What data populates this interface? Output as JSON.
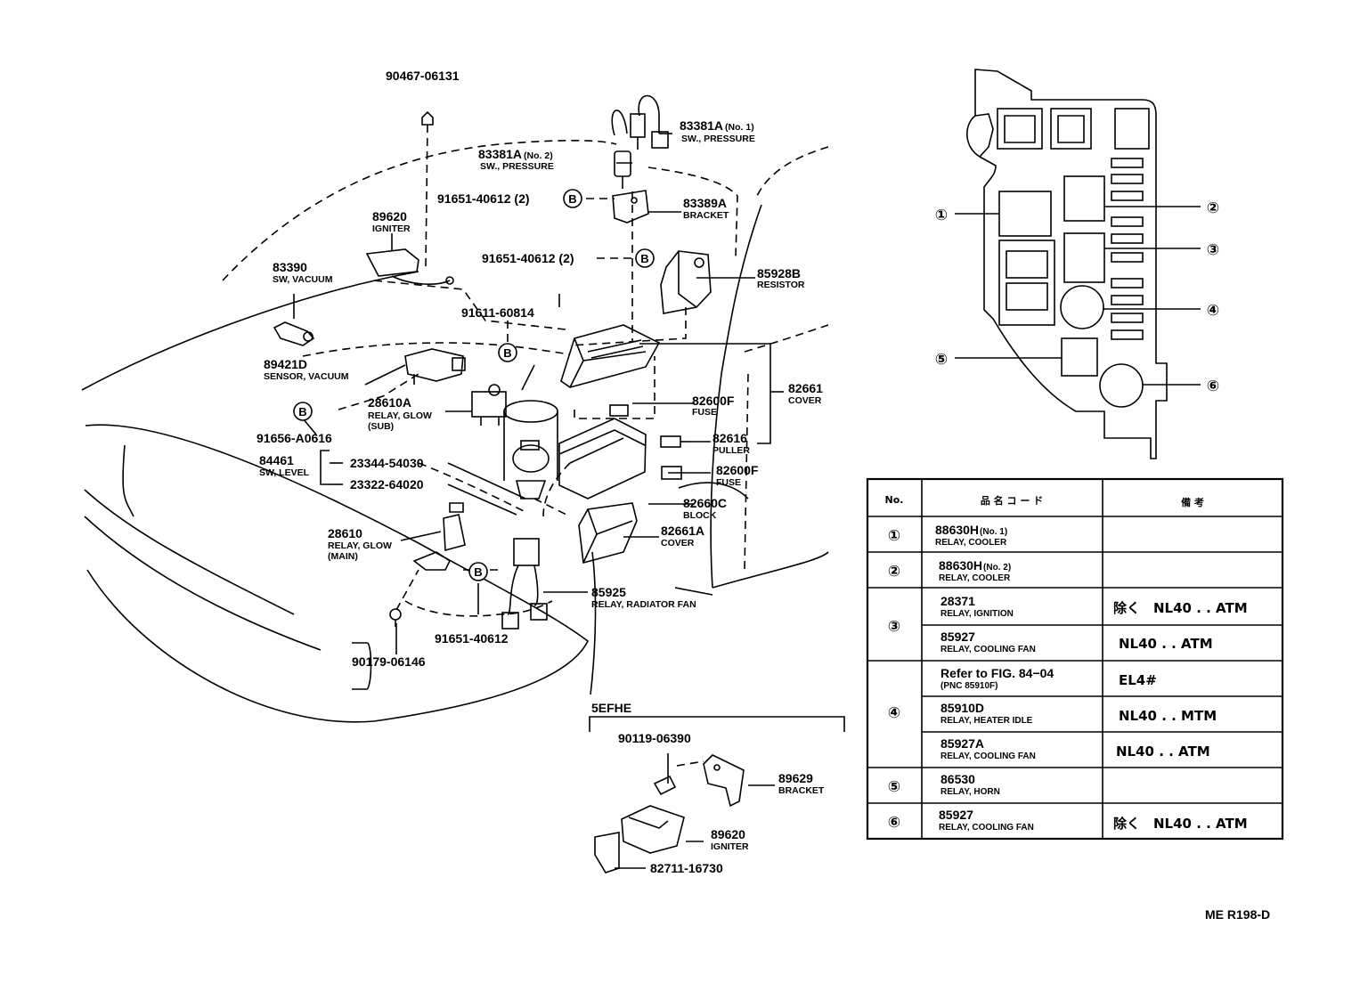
{
  "callouts": {
    "c1": {
      "num": "90467-06131"
    },
    "c2": {
      "num": "83381A",
      "suffix": "(No. 1)",
      "desc": "SW., PRESSURE"
    },
    "c3": {
      "num": "83381A",
      "suffix": "(No. 2)",
      "desc": "SW., PRESSURE"
    },
    "c4": {
      "num": "91651-40612 (2)"
    },
    "c5": {
      "num": "83389A",
      "desc": "BRACKET"
    },
    "c6": {
      "num": "89620",
      "desc": "IGNITER"
    },
    "c7": {
      "num": "91651-40612 (2)"
    },
    "c8": {
      "num": "85928B",
      "desc": "RESISTOR"
    },
    "c9": {
      "num": "83390",
      "desc": "SW, VACUUM"
    },
    "c10": {
      "num": "91611-60814"
    },
    "c11": {
      "num": "89421D",
      "desc": "SENSOR, VACUUM"
    },
    "c12": {
      "num": "28610A",
      "desc": "RELAY, GLOW",
      "desc2": "(SUB)"
    },
    "c13": {
      "num": "91656-A0616"
    },
    "c14": {
      "num": "82600F",
      "desc": "FUSE"
    },
    "c15": {
      "num": "82661",
      "desc": "COVER"
    },
    "c16": {
      "num": "82616",
      "desc": "PULLER"
    },
    "c17": {
      "num": "84461",
      "desc": "SW, LEVEL"
    },
    "c18": {
      "num": "23344-54030"
    },
    "c19": {
      "num": "23322-64020"
    },
    "c20": {
      "num": "82600F",
      "desc": "FUSE"
    },
    "c21": {
      "num": "82660C",
      "desc": "BLOCK"
    },
    "c22": {
      "num": "28610",
      "desc": "RELAY, GLOW",
      "desc2": "(MAIN)"
    },
    "c23": {
      "num": "82661A",
      "desc": "COVER"
    },
    "c24": {
      "num": "85925",
      "desc": "RELAY, RADIATOR FAN"
    },
    "c25": {
      "num": "91651-40612"
    },
    "c26": {
      "num": "90179-06146"
    },
    "c27": {
      "num": "90119-06390"
    },
    "c28": {
      "num": "89629",
      "desc": "BRACKET"
    },
    "c29": {
      "num": "89620",
      "desc": "IGNITER"
    },
    "c30": {
      "num": "82711-16730"
    }
  },
  "marker_b": "B",
  "inset": {
    "label": "5EFHE"
  },
  "relay_box_markers": [
    "①",
    "②",
    "③",
    "④",
    "⑤",
    "⑥"
  ],
  "table": {
    "headers": [
      "No.",
      "品 名 コ ー ド",
      "備 考"
    ],
    "rows": [
      {
        "no": "①",
        "num": "88630H",
        "suffix": "(No. 1)",
        "desc": "RELAY, COOLER",
        "remark": ""
      },
      {
        "no": "②",
        "num": "88630H",
        "suffix": "(No. 2)",
        "desc": "RELAY, COOLER",
        "remark": ""
      },
      {
        "no": "③",
        "num": "28371",
        "suffix": "",
        "desc": "RELAY, IGNITION",
        "remark": "除く　NL40 . . ATM"
      },
      {
        "no": "",
        "num": "85927",
        "suffix": "",
        "desc": "RELAY, COOLING FAN",
        "remark": "NL40 . . ATM"
      },
      {
        "no": "④",
        "num": "Refer to FIG. 84−04",
        "suffix": "",
        "desc": "(PNC 85910F)",
        "remark": "EL4#"
      },
      {
        "no": "",
        "num": "85910D",
        "suffix": "",
        "desc": "RELAY, HEATER IDLE",
        "remark": "NL40 . . MTM"
      },
      {
        "no": "",
        "num": "85927A",
        "suffix": "",
        "desc": "RELAY, COOLING FAN",
        "remark": "NL40 . . ATM"
      },
      {
        "no": "⑤",
        "num": "86530",
        "suffix": "",
        "desc": "RELAY, HORN",
        "remark": ""
      },
      {
        "no": "⑥",
        "num": "85927",
        "suffix": "",
        "desc": "RELAY, COOLING FAN",
        "remark": "除く　NL40 . . ATM"
      }
    ]
  },
  "figure_id": "ME R198-D"
}
